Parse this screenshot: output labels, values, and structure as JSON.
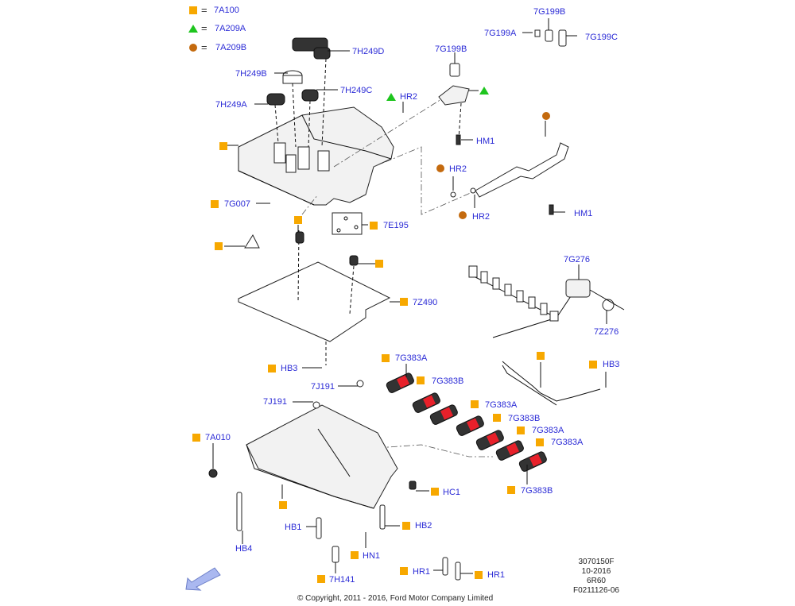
{
  "legend": [
    {
      "symbol": "orange-square",
      "color": "#f7a800",
      "equals": "=",
      "label": "7A100"
    },
    {
      "symbol": "green-triangle",
      "color": "#1ec51e",
      "equals": "=",
      "label": "7A209A"
    },
    {
      "symbol": "brown-circle",
      "color": "#c46a0e",
      "equals": "=",
      "label": "7A209B"
    }
  ],
  "callouts": {
    "h249d": "7H249D",
    "h249b": "7H249B",
    "h249c": "7H249C",
    "h249a": "7H249A",
    "g199b_top": "7G199B",
    "g199a": "7G199A",
    "g199c": "7G199C",
    "g199b_mid": "7G199B",
    "hr2_green": "HR2",
    "hm1_upper": "HM1",
    "hr2_brown_1": "HR2",
    "hr2_brown_2": "HR2",
    "hm1_lower": "HM1",
    "g007": "7G007",
    "e195": "7E195",
    "z490": "7Z490",
    "g276": "7G276",
    "z276": "7Z276",
    "hb3_left": "HB3",
    "hb3_right": "HB3",
    "g383a_1": "7G383A",
    "g383b_1": "7G383B",
    "g383a_2": "7G383A",
    "g383b_2": "7G383B",
    "g383a_3": "7G383A",
    "g383a_4": "7G383A",
    "g383b_3": "7G383B",
    "j191_1": "7J191",
    "j191_2": "7J191",
    "a010": "7A010",
    "hc1": "HC1",
    "hb1": "HB1",
    "hb2": "HB2",
    "hb4": "HB4",
    "hn1": "HN1",
    "h141": "7H141",
    "hr1_1": "HR1",
    "hr1_2": "HR1"
  },
  "info_block": [
    "3070150F",
    "10-2016",
    "6R60",
    "F0211126-06"
  ],
  "copyright": "© Copyright, 2011 - 2016, Ford Motor Company Limited",
  "nav": {
    "icon": "back-arrow-icon"
  }
}
